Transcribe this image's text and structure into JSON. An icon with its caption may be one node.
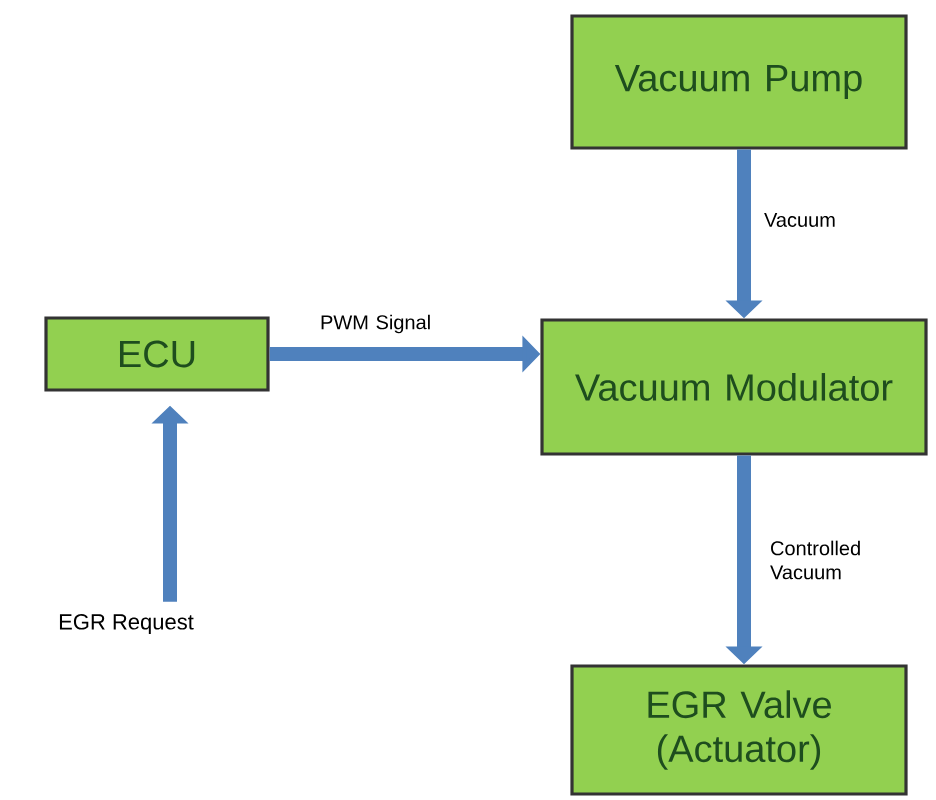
{
  "diagram": {
    "nodes": [
      {
        "text": [
          "Vacuum Pump"
        ]
      },
      {
        "text": [
          "ECU"
        ]
      },
      {
        "text": [
          "Vacuum Modulator"
        ]
      },
      {
        "text": [
          "EGR Valve (Actuator)"
        ]
      },
      {
        "text": [
          "EGR Request"
        ]
      }
    ],
    "edges": [
      {
        "from": 0,
        "to": 2,
        "arrow": "to",
        "label": "Vacuum"
      },
      {
        "from": 1,
        "to": 2,
        "arrow": "to",
        "label": "PWM Signal"
      },
      {
        "from": 2,
        "to": 3,
        "arrow": "to",
        "label": "Controlled Vacuum"
      },
      {
        "from": 4,
        "to": 1,
        "arrow": "to"
      }
    ]
  }
}
